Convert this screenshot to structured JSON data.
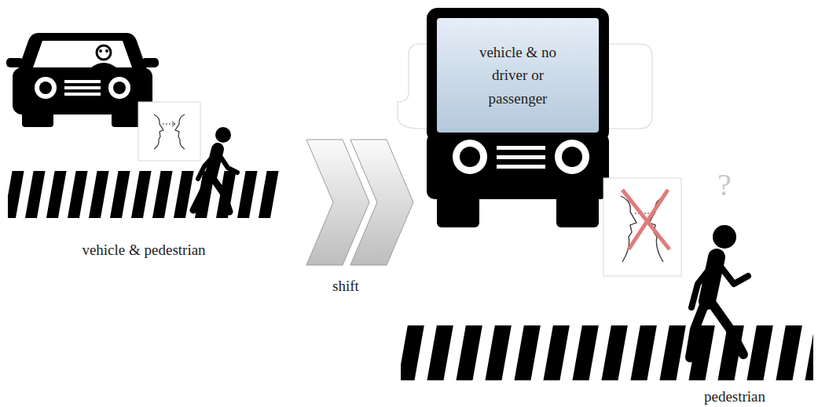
{
  "diagram": {
    "nodes": [
      {
        "text": [
          "vehicle & no driver or passenger"
        ]
      }
    ],
    "labels": [
      "vehicle & pedestrian",
      "shift",
      "?",
      "pedestrian"
    ]
  }
}
